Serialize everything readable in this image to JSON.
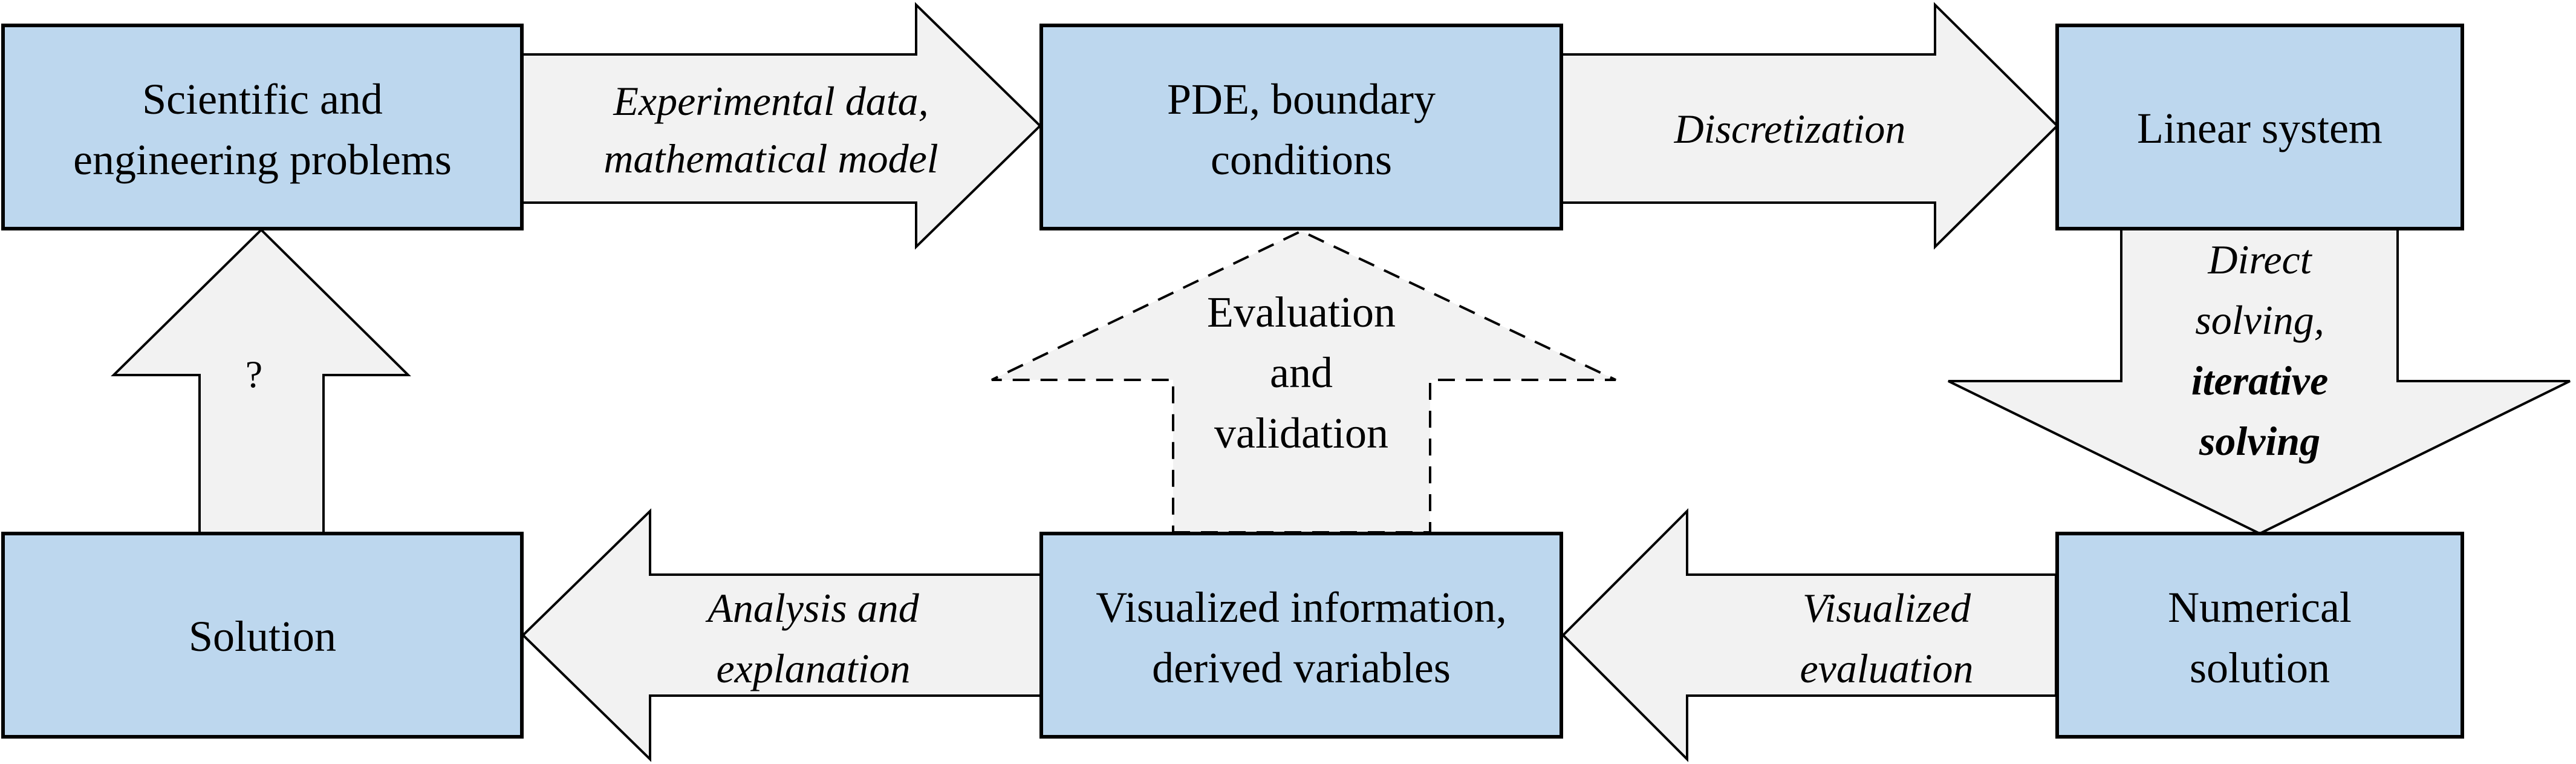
{
  "boxes": {
    "sci": {
      "line1": "Scientific and",
      "line2": "engineering problems"
    },
    "pde": {
      "line1": "PDE, boundary",
      "line2": "conditions"
    },
    "lin": {
      "line1": "Linear system"
    },
    "sol": {
      "line1": "Solution"
    },
    "vis": {
      "line1": "Visualized information,",
      "line2": "derived variables"
    },
    "num": {
      "line1": "Numerical",
      "line2": "solution"
    }
  },
  "arrows": {
    "a1": {
      "line1": "Experimental data,",
      "line2": "mathematical model"
    },
    "a2": {
      "line1": "Discretization"
    },
    "a3": {
      "line1": "Direct",
      "line2": "solving,",
      "line3": "iterative",
      "line4": "solving"
    },
    "a4": {
      "line1": "Visualized",
      "line2": "evaluation"
    },
    "a5": {
      "line1": "Analysis and",
      "line2": "explanation"
    },
    "a6": {
      "line1": "?"
    },
    "eval": {
      "line1": "Evaluation",
      "line2": "and",
      "line3": "validation"
    }
  },
  "colors": {
    "box_fill": "#bdd7ee",
    "arrow_fill": "#f2f2f2",
    "stroke": "#000000"
  }
}
